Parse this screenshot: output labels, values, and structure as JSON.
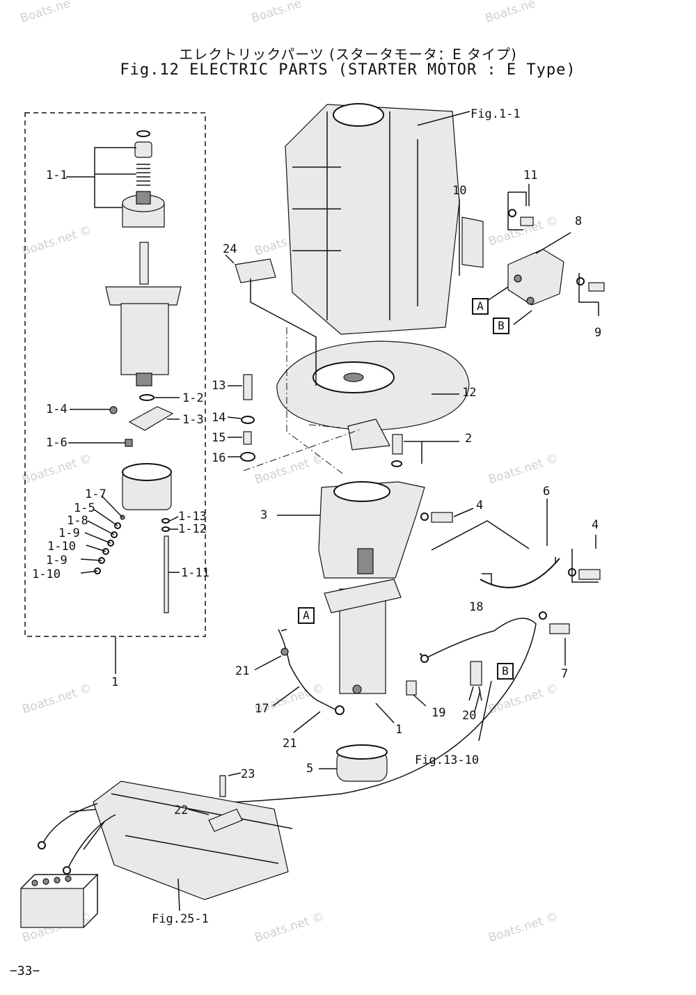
{
  "title": {
    "japanese": "エレクトリックパーツ (スタータモータ：E タイプ)",
    "english": "Fig.12 ELECTRIC PARTS (STARTER MOTOR : E Type)"
  },
  "watermark": "Boats.net ©",
  "watermark_short": "Boats.ne",
  "page_number": "−33−",
  "callouts": {
    "c1_1": "1-1",
    "c1_2": "1-2",
    "c1_3": "1-3",
    "c1_4": "1-4",
    "c1_5": "1-5",
    "c1_6": "1-6",
    "c1_7": "1-7",
    "c1_8": "1-8",
    "c1_9a": "1-9",
    "c1_9b": "1-9",
    "c1_10a": "1-10",
    "c1_10b": "1-10",
    "c1_11": "1-11",
    "c1_12": "1-12",
    "c1_13": "1-13",
    "c1a": "1",
    "c1b": "1",
    "c2": "2",
    "c3": "3",
    "c4a": "4",
    "c4b": "4",
    "c5": "5",
    "c6": "6",
    "c7": "7",
    "c8": "8",
    "c9": "9",
    "c10": "10",
    "c11": "11",
    "c12": "12",
    "c13": "13",
    "c14": "14",
    "c15": "15",
    "c16": "16",
    "c17": "17",
    "c18": "18",
    "c19": "19",
    "c20": "20",
    "c21a": "21",
    "c21b": "21",
    "c22": "22",
    "c23": "23",
    "c24": "24"
  },
  "references": {
    "fig1_1": "Fig.1-1",
    "fig13_10": "Fig.13-10",
    "fig25_1": "Fig.25-1"
  },
  "connector_marks": {
    "a1": "A",
    "a2": "A",
    "b1": "B",
    "b2": "B"
  }
}
